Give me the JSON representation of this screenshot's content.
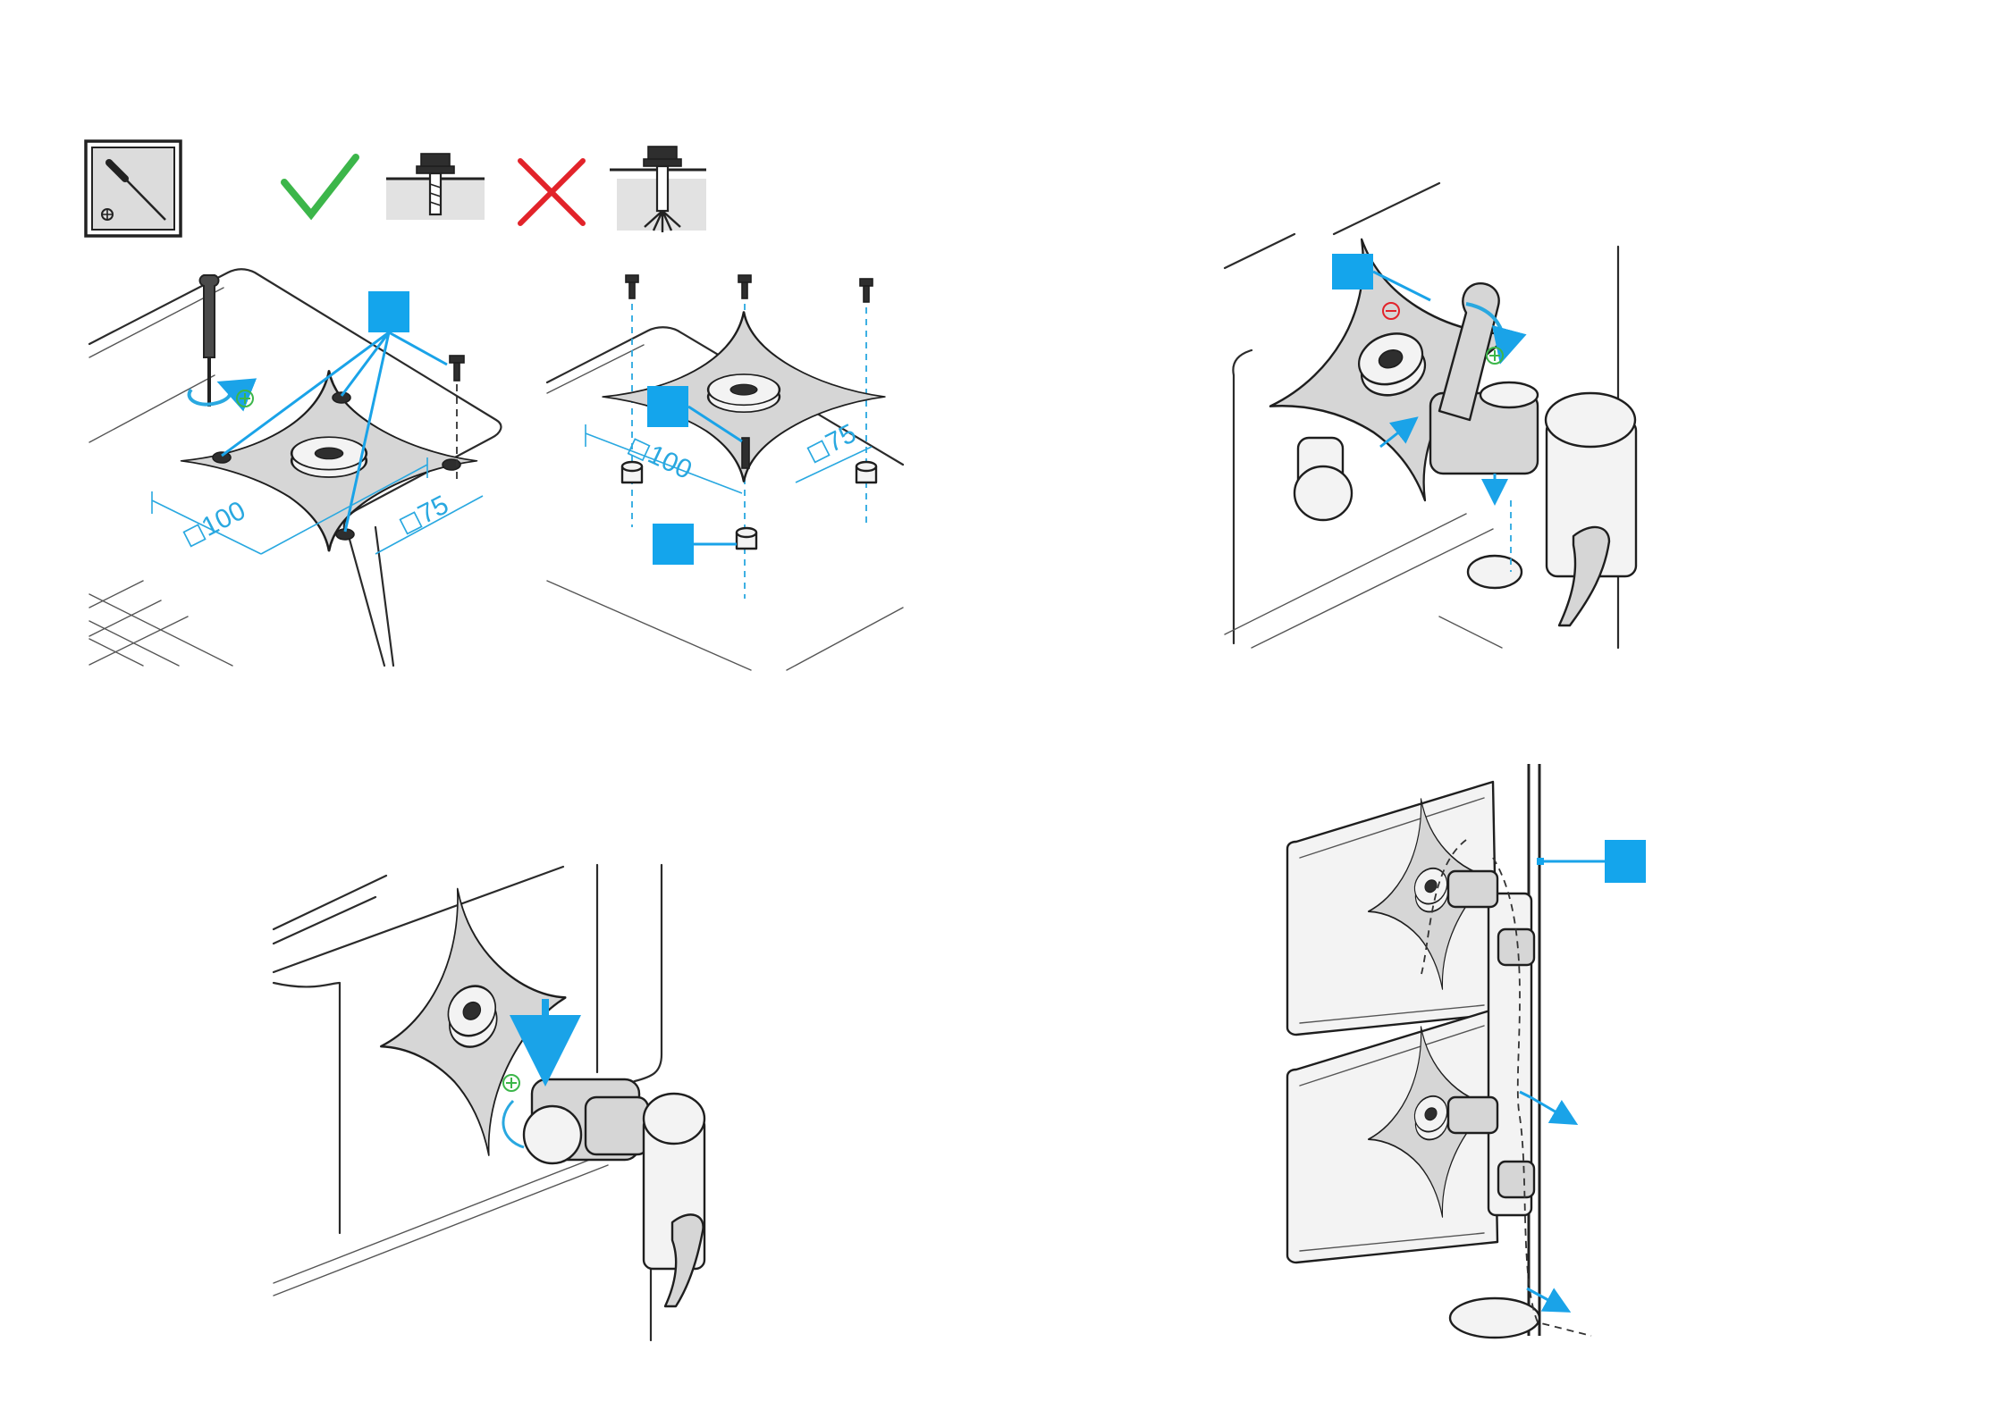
{
  "dimensions": {
    "plate_hole_spacing_large": "◻100",
    "plate_hole_spacing_small": "◻75",
    "spacer_spacing_a": "◻100",
    "spacer_spacing_b": "◻75"
  },
  "colors": {
    "callout": "#14a5ec",
    "correct": "#3cb64a",
    "incorrect": "#e2232a",
    "tighten": "#3cb64a",
    "loosen": "#e2232a"
  },
  "icons": [
    "screwdriver-tool-icon",
    "check-icon",
    "cross-icon"
  ],
  "steps": [
    {
      "id": 1,
      "content": "Mount VESA plate with screws and screwdriver"
    },
    {
      "id": 2,
      "content": "Spacers and screws exploded view"
    },
    {
      "id": 3,
      "content": "Loosen bolt with wrench and attach to arm"
    },
    {
      "id": 4,
      "content": "Slide plate onto arm head"
    },
    {
      "id": 5,
      "content": "Dual monitors on pole, cable management"
    }
  ]
}
